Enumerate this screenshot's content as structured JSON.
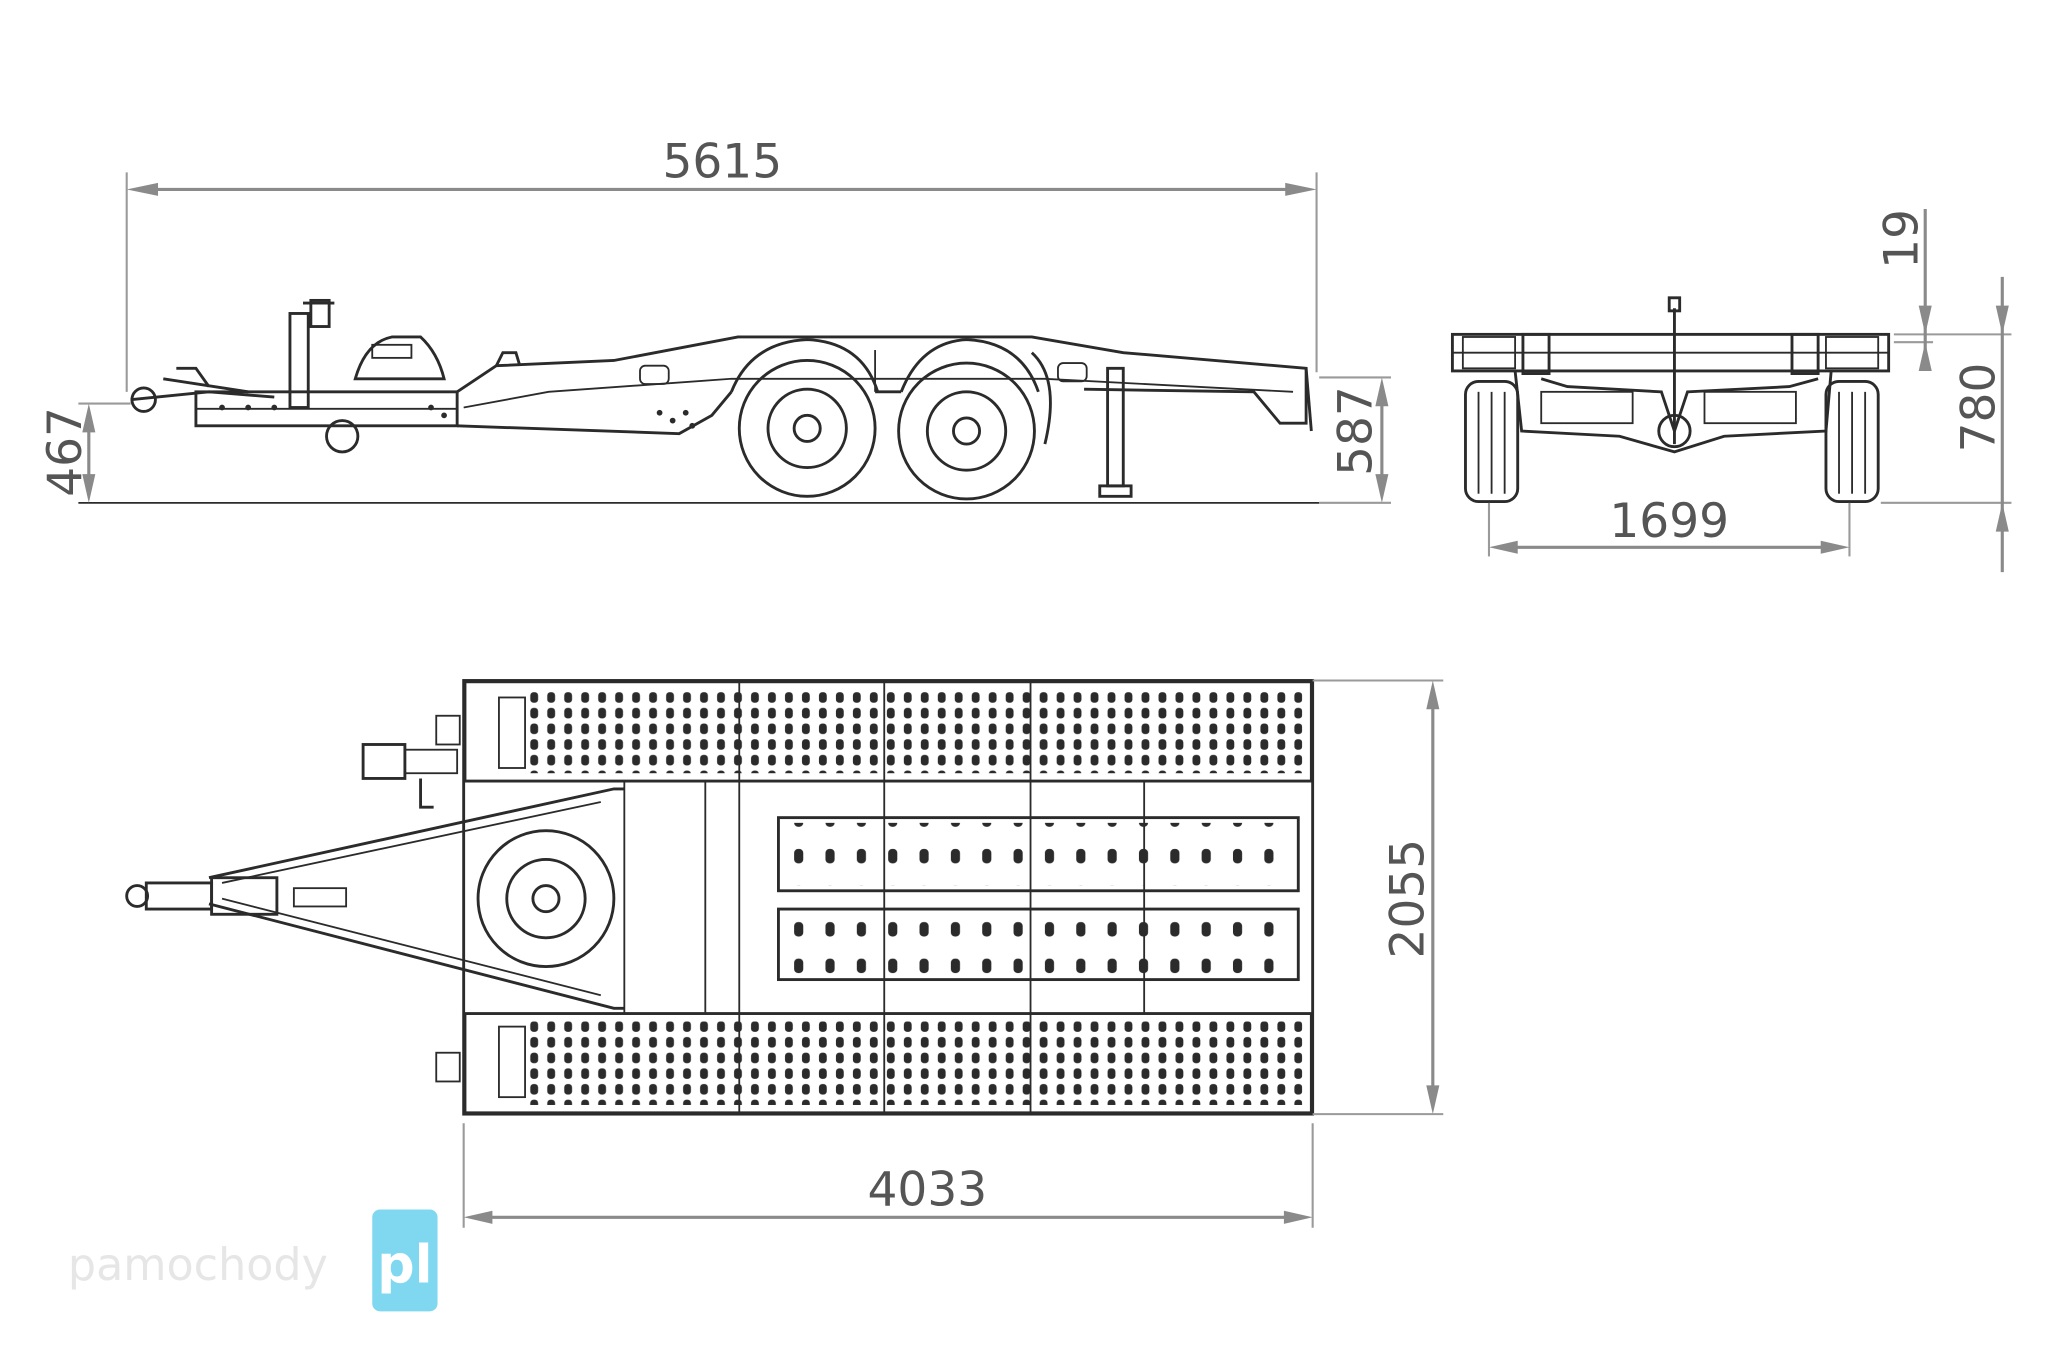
{
  "dimensions": {
    "overall_length": "5615",
    "drawbar_height": "467",
    "deck_height": "587",
    "rear_height": "780",
    "rear_top_offset": "19",
    "track_width": "1699",
    "overall_width": "2055",
    "platform_length": "4033"
  },
  "watermark": {
    "text": "pamochody",
    "suffix": "pl",
    "badge_color": "#7fd8f0"
  },
  "colors": {
    "line": "#2b2b2b",
    "dimension": "#8a8a8a",
    "dimension_text": "#555555"
  }
}
